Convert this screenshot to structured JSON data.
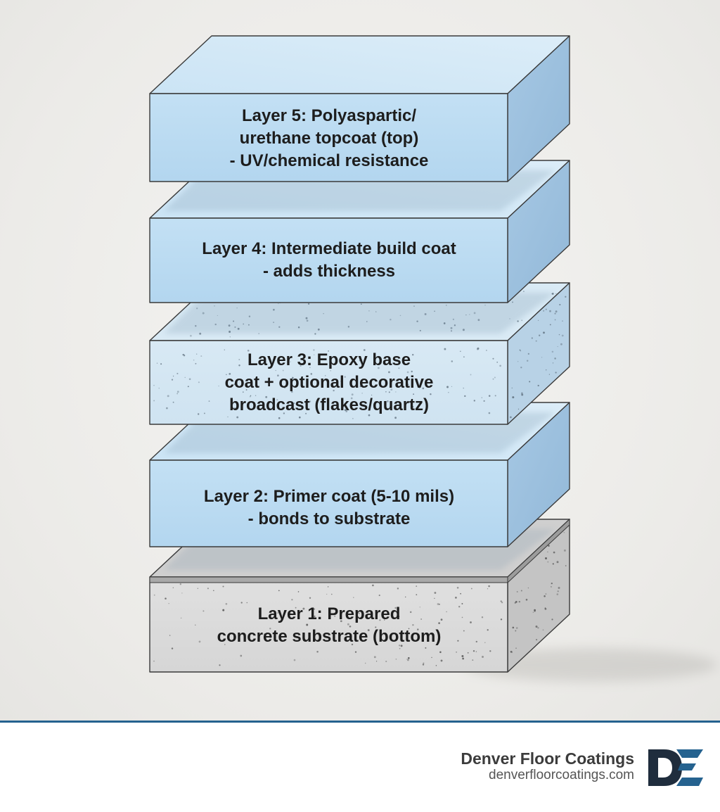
{
  "layers": [
    {
      "label": "Layer 5: Polyaspartic/\nurethane topcoat (top)\n - UV/chemical resistance"
    },
    {
      "label": "Layer 4: Intermediate build coat\n- adds thickness"
    },
    {
      "label": "Layer 3: Epoxy base\ncoat + optional decorative\nbroadcast (flakes/quartz)"
    },
    {
      "label": "Layer 2: Primer coat (5-10 mils)\n- bonds to substrate"
    },
    {
      "label": "Layer 1: Prepared\nconcrete substrate (bottom)"
    }
  ],
  "footer": {
    "company": "Denver Floor Coatings",
    "website": "denverfloorcoatings.com"
  },
  "colors": {
    "coat_front": "#bcdcf2",
    "coat_side": "#9cc0de",
    "coat_top": "#d3e8f6",
    "concrete_front": "#dcdcdc",
    "concrete_side": "#c6c6c6",
    "accent": "#25628f",
    "logo_dark": "#1f2d3d",
    "logo_blue": "#25628f"
  }
}
